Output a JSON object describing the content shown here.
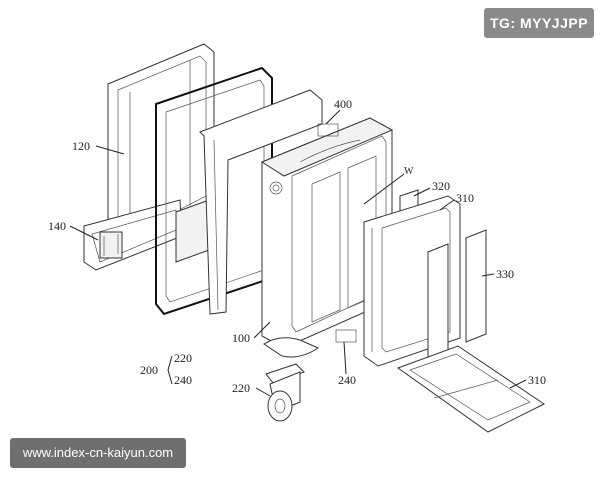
{
  "watermark_top": "TG: MYYJJPP",
  "watermark_bottom": "www.index-cn-kaiyun.com",
  "labels": {
    "l120": "120",
    "l140": "140",
    "l400": "400",
    "lW": "W",
    "l320": "320",
    "l310a": "310",
    "l330": "330",
    "l100": "100",
    "l200": "200",
    "l220a": "220",
    "l240a": "240",
    "l220b": "220",
    "l240b": "240",
    "l310b": "310"
  }
}
